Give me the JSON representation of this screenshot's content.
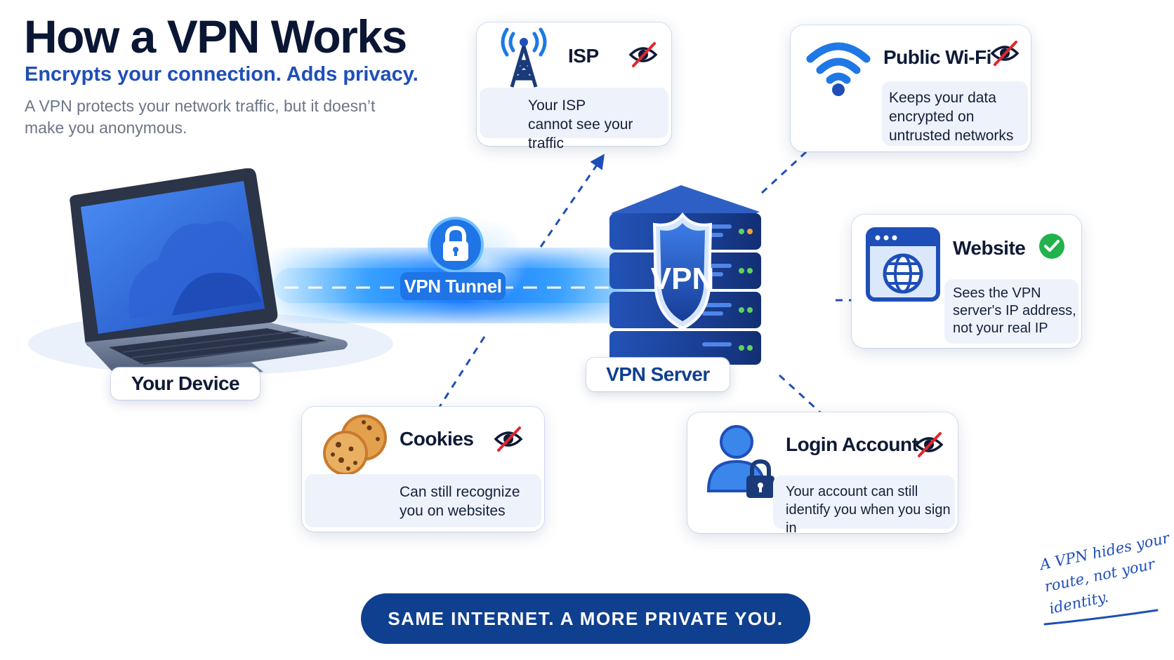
{
  "header": {
    "title": "How a VPN Works",
    "subtitle": "Encrypts your connection. Adds privacy.",
    "description": "A VPN protects your network traffic, but it doesn’t make you anonymous."
  },
  "device": {
    "label": "Your Device"
  },
  "tunnel": {
    "label": "VPN Tunnel"
  },
  "server": {
    "label": "VPN Server",
    "shield_text": "VPN"
  },
  "cards": {
    "isp": {
      "title": "ISP",
      "text": "Your ISP cannot see your traffic",
      "status": "not-visible",
      "icon": "cell-tower-icon"
    },
    "wifi": {
      "title": "Public Wi-Fi",
      "text": "Keeps your data encrypted on untrusted networks",
      "status": "not-visible",
      "icon": "wifi-icon"
    },
    "website": {
      "title": "Website",
      "text": "Sees the VPN server's IP address, not your real IP",
      "status": "visible",
      "icon": "browser-globe-icon"
    },
    "cookies": {
      "title": "Cookies",
      "text": "Can still recognize you on websites",
      "status": "not-visible",
      "icon": "cookie-icon"
    },
    "login": {
      "title": "Login Account",
      "text": "Your account can still identify you when you sign in",
      "status": "not-visible",
      "icon": "user-lock-icon"
    }
  },
  "banner": {
    "text": "SAME INTERNET. A MORE PRIVATE YOU."
  },
  "handwritten_note": {
    "text": "A VPN hides your route, not your identity."
  },
  "colors": {
    "primary": "#1e4fb8",
    "navy": "#0f3f8f",
    "tunnel": "#1f74e6",
    "blocked": "#e0262d",
    "ok": "#22b24c"
  }
}
